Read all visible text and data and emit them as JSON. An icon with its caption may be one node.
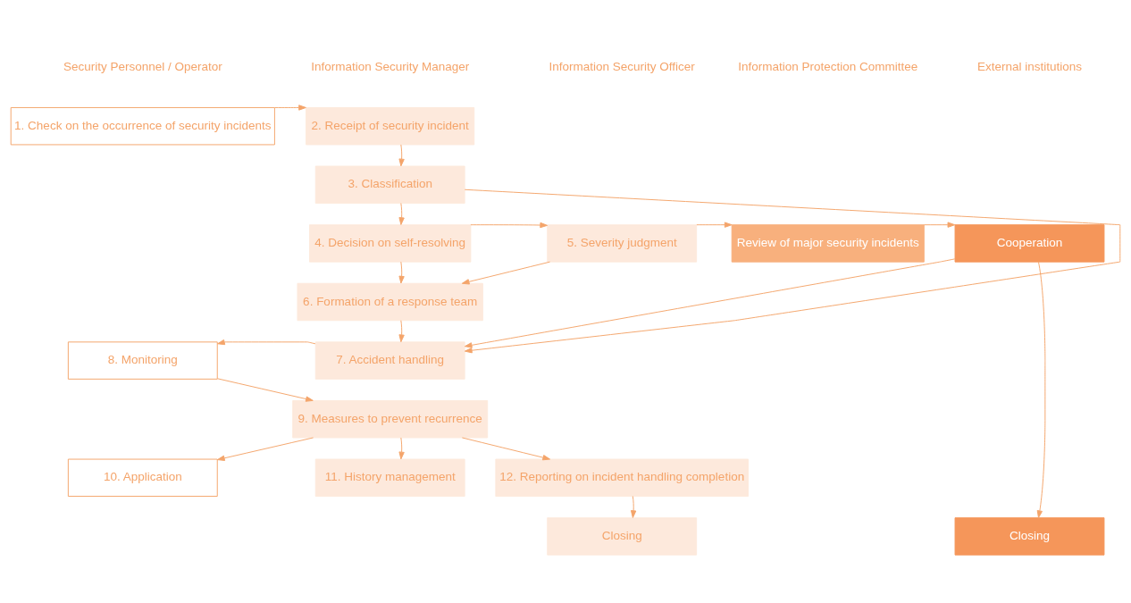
{
  "diagram": {
    "nodes": [
      {
        "text": [
          "Security Personnel / Operator"
        ]
      },
      {
        "text": [
          "Information Security Manager"
        ]
      },
      {
        "text": [
          "Information Security Officer"
        ]
      },
      {
        "text": [
          "Information Protection Committee"
        ]
      },
      {
        "text": [
          "External institutions"
        ]
      },
      {
        "text": [
          "1. Check on the occurrence of security incidents"
        ]
      },
      {
        "text": [
          "2. Receipt of security incident"
        ]
      },
      {
        "text": [
          "3. Classification"
        ]
      },
      {
        "text": [
          "4. Decision on self-resolving"
        ]
      },
      {
        "text": [
          "5. Severity judgment"
        ]
      },
      {
        "text": [
          "Review of major security incidents"
        ]
      },
      {
        "text": [
          "Cooperation"
        ]
      },
      {
        "text": [
          "6. Formation of a response team"
        ]
      },
      {
        "text": [
          "8. Monitoring"
        ]
      },
      {
        "text": [
          "7. Accident handling"
        ]
      },
      {
        "text": [
          "9. Measures to prevent recurrence"
        ]
      },
      {
        "text": [
          "12. Reporting on incident handling completion"
        ]
      },
      {
        "text": [
          "10. Application"
        ]
      },
      {
        "text": [
          "11. History management"
        ]
      },
      {
        "text": [
          "Closing"
        ]
      },
      {
        "text": [
          "Closing"
        ]
      }
    ],
    "edges": [
      {
        "from": 5,
        "to": 6,
        "arrow": "to"
      },
      {
        "from": 6,
        "to": 7,
        "arrow": "to"
      },
      {
        "from": 7,
        "to": 14,
        "arrow": "to"
      },
      {
        "from": 7,
        "to": 8,
        "arrow": "to"
      },
      {
        "from": 8,
        "to": 9,
        "arrow": "to"
      },
      {
        "from": 8,
        "to": 12,
        "arrow": "to"
      },
      {
        "from": 9,
        "to": 12,
        "arrow": "to"
      },
      {
        "from": 9,
        "to": 10,
        "arrow": "to"
      },
      {
        "from": 10,
        "to": 11,
        "arrow": "to"
      },
      {
        "from": 11,
        "to": 14,
        "arrow": "to"
      },
      {
        "from": 11,
        "to": 20,
        "arrow": "to"
      },
      {
        "from": 12,
        "to": 14,
        "arrow": "to"
      },
      {
        "from": 14,
        "to": 13,
        "arrow": "to"
      },
      {
        "from": 13,
        "to": 15,
        "arrow": "to"
      },
      {
        "from": 15,
        "to": 17,
        "arrow": "to"
      },
      {
        "from": 15,
        "to": 18,
        "arrow": "to"
      },
      {
        "from": 15,
        "to": 16,
        "arrow": "to"
      },
      {
        "from": 16,
        "to": 19,
        "arrow": "to"
      }
    ]
  }
}
